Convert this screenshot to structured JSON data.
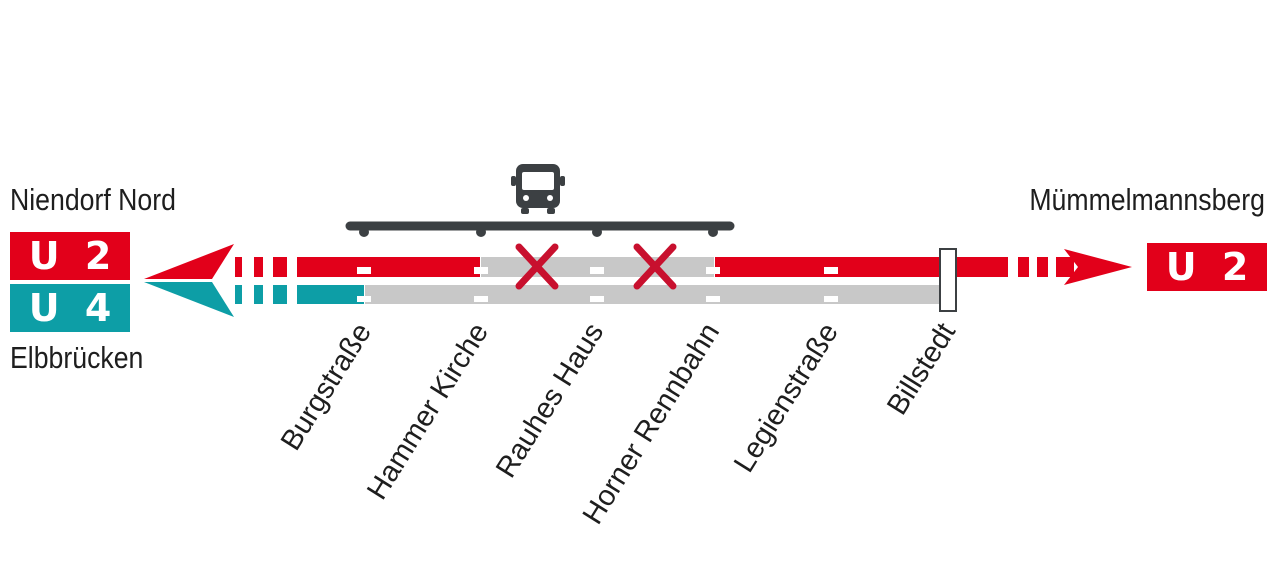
{
  "terminals": {
    "west_top": "Niendorf Nord",
    "west_bottom": "Elbbrücken",
    "east": "Mümmelmannsberg"
  },
  "lines": [
    {
      "id": "U2",
      "label": "U 2",
      "color": "#e2001a"
    },
    {
      "id": "U4",
      "label": "U 4",
      "color": "#0d9ea6"
    }
  ],
  "stations": [
    {
      "name": "Burgstraße",
      "closed": false
    },
    {
      "name": "Hammer Kirche",
      "closed": false
    },
    {
      "name": "Rauhes Haus",
      "closed": true
    },
    {
      "name": "Horner Rennbahn",
      "closed": true
    },
    {
      "name": "Legienstraße",
      "closed": false
    },
    {
      "name": "Billstedt",
      "closed": false
    }
  ],
  "colors": {
    "u2": "#e2001a",
    "u4": "#0d9ea6",
    "inactive": "#c8c8c8",
    "bus": "#3c4043",
    "closed_mark": "#c8102e",
    "text": "#1e1e1e"
  },
  "icons": {
    "bus": "bus-icon",
    "closed": "cross-icon"
  }
}
